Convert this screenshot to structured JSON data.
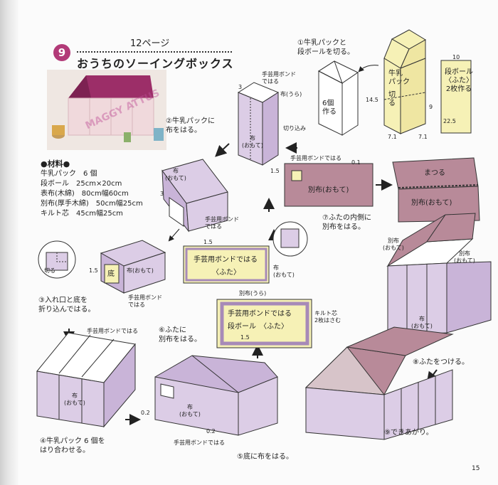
{
  "header": {
    "step_number": "9",
    "page_ref": "12ページ",
    "title": "おうちのソーイングボックス"
  },
  "materials": {
    "heading": "●材料●",
    "items": [
      "牛乳パック　6 個",
      "段ボール　25cm×20cm",
      "表布(木綿)　80cm幅60cm",
      "別布(厚手木綿)　50cm幅25cm",
      "キルト芯　45cm幅25cm"
    ]
  },
  "steps": {
    "s1": [
      "①牛乳パックと",
      "段ボールを切る。"
    ],
    "s2": [
      "②牛乳パックに",
      "布をはる。"
    ],
    "s3": [
      "③入れ口と底を",
      "折り込んではる。"
    ],
    "s4": [
      "④牛乳パック 6 個を",
      "はり合わせる。"
    ],
    "s5": "⑤底に布をはる。",
    "s6": [
      "⑥ふたに",
      "別布をはる。"
    ],
    "s7": [
      "⑦ふたの内側に",
      "別布をはる。"
    ],
    "s8": "⑧ふたをつける。",
    "s9": "⑨できあがり。"
  },
  "labels": {
    "milk_pack": [
      "牛乳",
      "パック"
    ],
    "cut": [
      "切",
      "る"
    ],
    "cut_six": [
      "6個",
      "作る"
    ],
    "cardboard": [
      "段ボール",
      "〈ふた〉",
      "2枚作る"
    ],
    "dim_10": "10",
    "dim_145": "14.5",
    "dim_9": "9",
    "dim_225": "22.5",
    "dim_71a": "7.1",
    "dim_71b": "7.1",
    "glue": "手芸用ボンド",
    "glue_apply": "手芸用ボンドではる",
    "deha": "ではる",
    "fabric_back": "布(うら)",
    "notch": "切り込み",
    "dim_3a": "3",
    "dim_3b": "3",
    "dim_15a": "1.5",
    "dim_15b": "1.5",
    "dim_15c": "1.5",
    "dim_15d": "1.5",
    "dim_01": "0.1",
    "fabric": "布",
    "omote": "(おもて)",
    "fabric_front": "布(おもて)",
    "cut_short": "切る",
    "bottom": "底",
    "other_fabric_front": "別布(おもて)",
    "other_fabric_back": "別布(うら)",
    "other_fabric": "別布",
    "matsuru": "まつる",
    "lid": "〈ふた〉",
    "cardboard_lid": "段ボール　〈ふた〉",
    "quilt": "キルト芯",
    "quilt_note": "2枚はさむ",
    "dim_02": "0.2",
    "dim_02b": "0.2"
  },
  "watermark": "MAGGY ATTUS",
  "page_number": "15",
  "colors": {
    "fabric": "#dccde6",
    "fabric_dark": "#a78ab8",
    "lid": "#b88a99",
    "cardboard": "#f6f1b6",
    "badge": "#b23a78"
  }
}
